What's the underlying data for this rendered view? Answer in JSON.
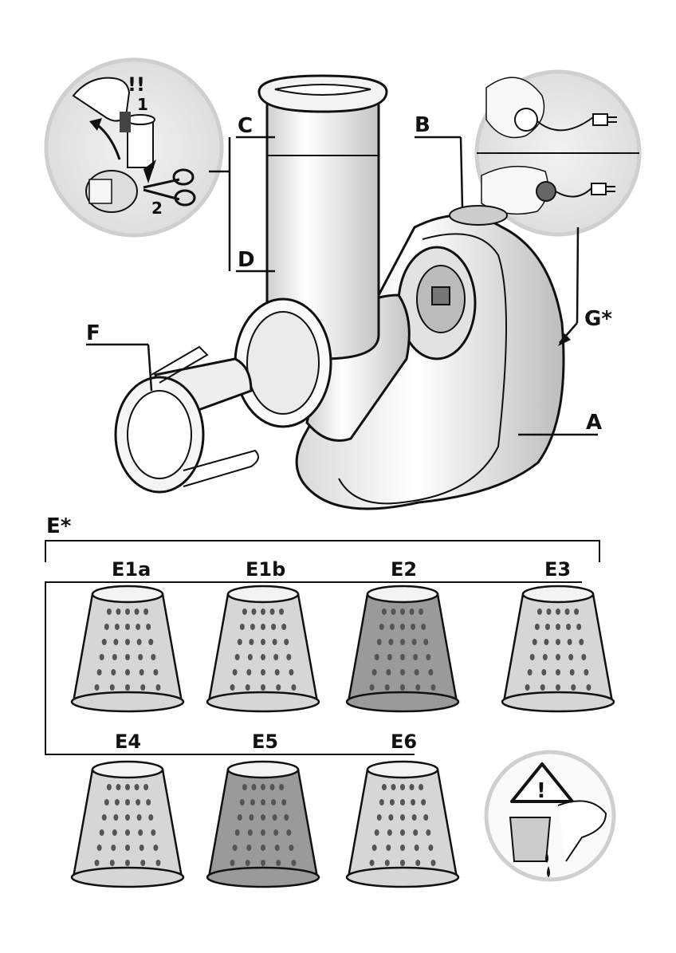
{
  "labels": {
    "A": "A",
    "B": "B",
    "C": "C",
    "D": "D",
    "F": "F",
    "G": "G*",
    "E": "E*"
  },
  "inset_steps": {
    "warning": "!!",
    "step1": "1",
    "step2": "2"
  },
  "cones": [
    {
      "label": "E1a",
      "tone": "light"
    },
    {
      "label": "E1b",
      "tone": "light"
    },
    {
      "label": "E2",
      "tone": "dark"
    },
    {
      "label": "E3",
      "tone": "light"
    },
    {
      "label": "E4",
      "tone": "light"
    },
    {
      "label": "E5",
      "tone": "dark"
    },
    {
      "label": "E6",
      "tone": "light"
    }
  ],
  "warning_symbol": "!",
  "colors": {
    "ink": "#111111",
    "inset_bg": "#e6e6e6",
    "body_fill": "#f4f4f4",
    "cone_light": "#d6d6d6",
    "cone_dark": "#9a9a9a"
  }
}
